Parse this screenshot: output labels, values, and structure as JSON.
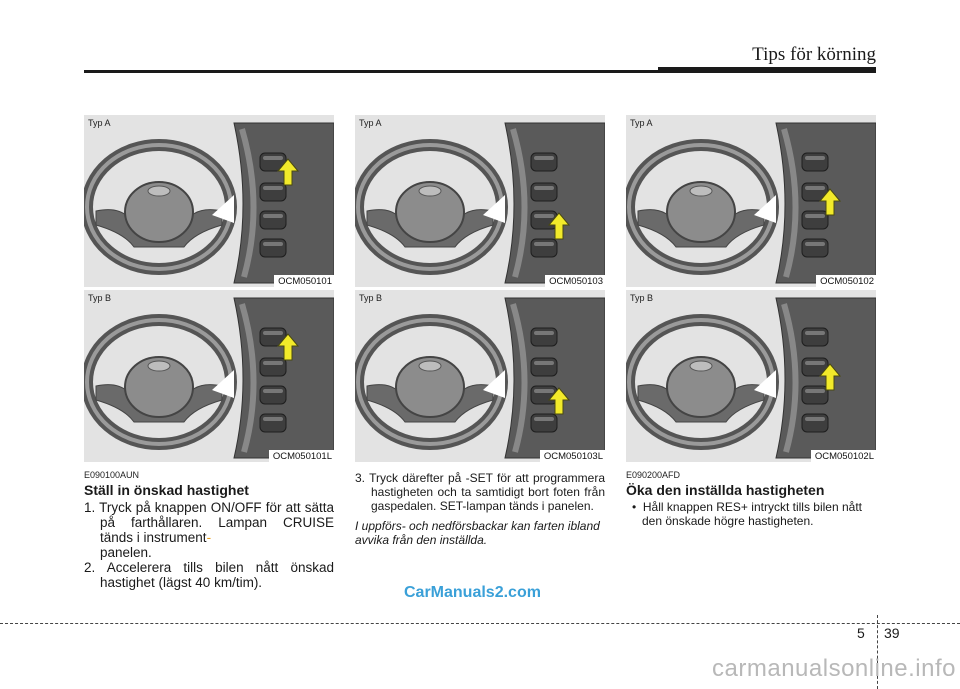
{
  "header": {
    "title": "Tips för körning"
  },
  "figures": [
    {
      "label": "Typ A",
      "code": "OCM050101"
    },
    {
      "label": "Typ A",
      "code": "OCM050103"
    },
    {
      "label": "Typ A",
      "code": "OCM050102"
    },
    {
      "label": "Typ B",
      "code": "OCM050101L"
    },
    {
      "label": "Typ B",
      "code": "OCM050103L"
    },
    {
      "label": "Typ B",
      "code": "OCM050102L"
    }
  ],
  "col1": {
    "code": "E090100AUN",
    "heading": "Ställ in önskad hastighet",
    "items": [
      "1. Tryck på knappen ON/OFF för att sätta på farthållaren. Lampan CRUISE tänds i instrument",
      "2. Accelerera tills bilen nått önskad hastighet (lägst 40 km/tim)."
    ],
    "item1_tail": "panelen.",
    "hyphen": "-"
  },
  "col2": {
    "item": "3. Tryck därefter på -SET för att programmera hastigheten och ta samtidigt bort foten från gaspedalen. SET-lampan tänds i panelen.",
    "note": "I uppförs- och nedförsbackar kan farten ibland avvika från den inställda."
  },
  "col3": {
    "code": "E090200AFD",
    "heading": "Öka den inställda hastigheten",
    "bullet": "Håll knappen RES+ intryckt tills bilen nått den önskade högre hastigheten."
  },
  "watermark": "CarManuals2.com",
  "footer": {
    "chapter": "5",
    "page": "39",
    "site": "carmanualsonline.info"
  }
}
